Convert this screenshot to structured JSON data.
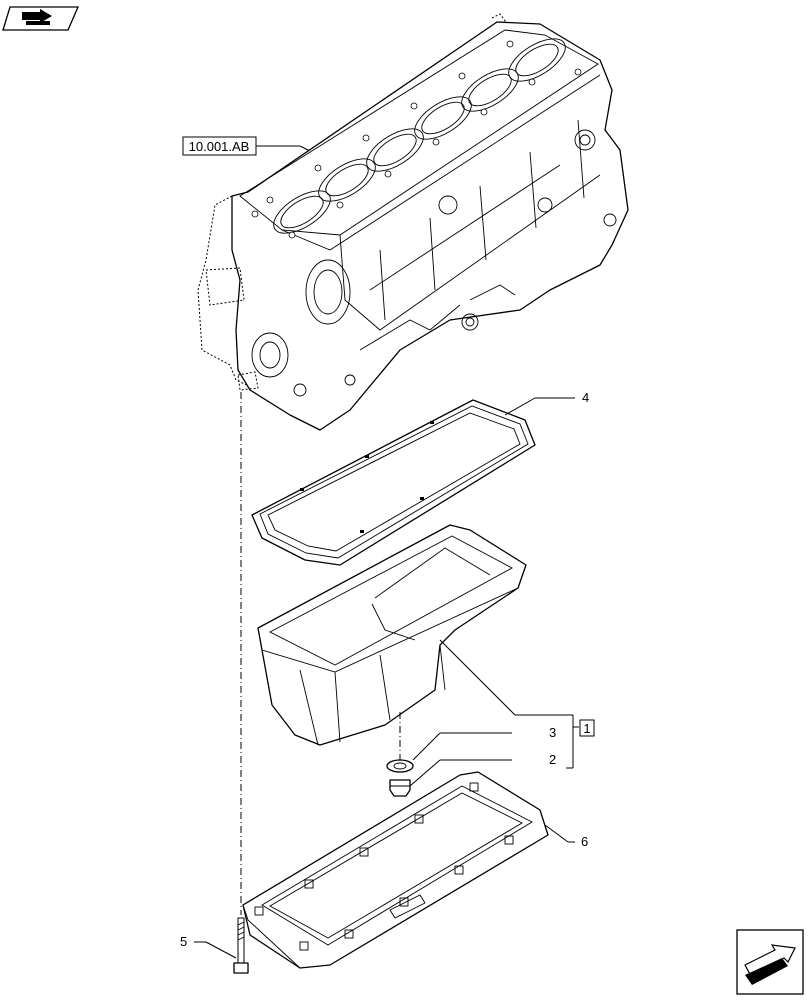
{
  "reference_label": "10.001.AB",
  "callouts": {
    "c1": "1",
    "c2": "2",
    "c3": "3",
    "c4": "4",
    "c5": "5",
    "c6": "6"
  },
  "icons": {
    "top_left": "book-arrow-icon",
    "bottom_right": "next-page-arrow-icon"
  },
  "colors": {
    "line": "#000000",
    "background": "#ffffff"
  }
}
